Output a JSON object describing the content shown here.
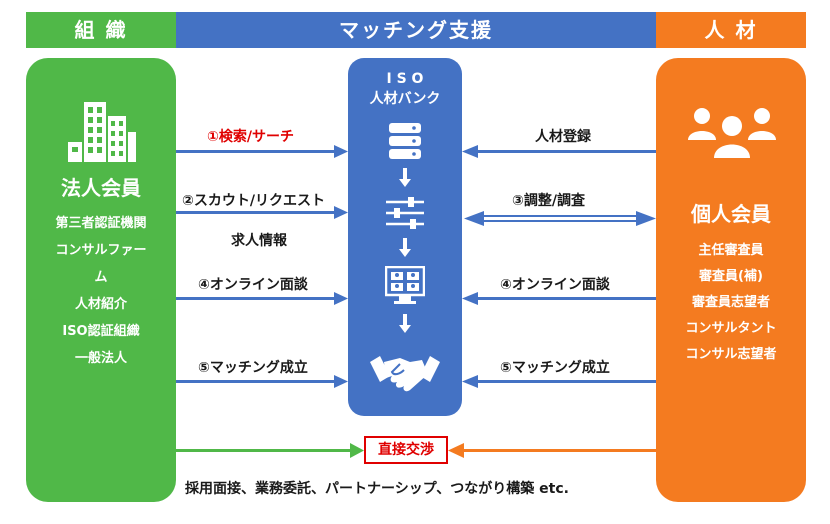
{
  "headers": {
    "org": "組 織",
    "mid": "マッチング支援",
    "ind": "人 材"
  },
  "organization": {
    "title": "法人会員",
    "items": [
      "第三者認証機関",
      "コンサルファー",
      "ム",
      "人材紹介",
      "ISO認証組織",
      "一般法人"
    ]
  },
  "bank": {
    "line1": "I S O",
    "line2": "人材バンク"
  },
  "individual": {
    "title": "個人会員",
    "items": [
      "主任審査員",
      "審査員(補)",
      "審査員志望者",
      "コンサルタント",
      "コンサル志望者"
    ]
  },
  "flows": {
    "search": "①検索/サーチ",
    "scout": "②スカウト/リクエスト",
    "job_info": "求人情報",
    "online_left": "④オンライン面談",
    "matching_left": "⑤マッチング成立",
    "register": "人材登録",
    "adjust": "③調整/調査",
    "online_right": "④オンライン面談",
    "matching_right": "⑤マッチング成立",
    "direct": "直接交渉",
    "bottom": "採用面接、業務委託、パートナーシップ、つながり構築 etc."
  },
  "colors": {
    "green": "#50b848",
    "blue": "#4472c4",
    "orange": "#f47b20",
    "red": "#e00000"
  }
}
